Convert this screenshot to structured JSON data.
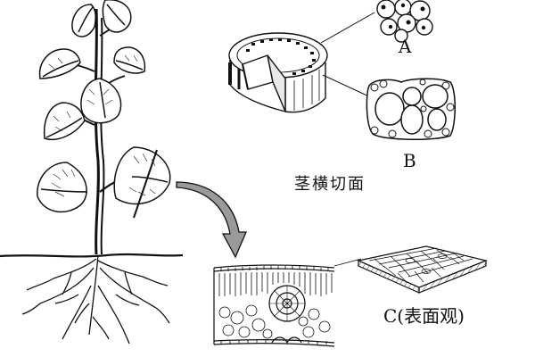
{
  "labels": {
    "a": "A",
    "b": "B",
    "stem_cross_section": "茎横切面",
    "c_surface_view": "C(表面观)"
  },
  "colors": {
    "ink": "#111111",
    "background": "#ffffff",
    "arrow_fill": "#9a9a9a"
  }
}
